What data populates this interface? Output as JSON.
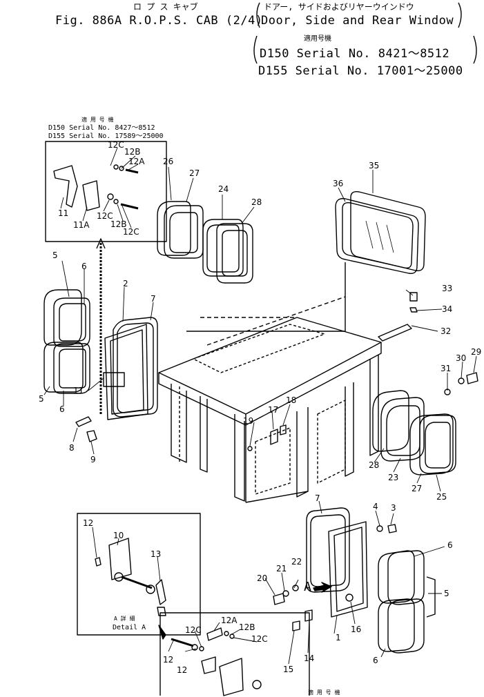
{
  "header": {
    "jp_title": "ロ プ ス キャブ",
    "fig_title": "Fig. 886A R.O.P.S. CAB (2/4)",
    "jp_subtitle": "ドアー, サイドおよびリヤーウインドウ",
    "en_subtitle": "Door, Side and Rear Window",
    "applicable_jp": "適用号機",
    "serial_d150": "D150 Serial No. 8421～8512",
    "serial_d155": "D155 Serial No. 17001～25000"
  },
  "inset_top": {
    "applicable_jp": "適 用 号 機",
    "serial_d150": "D150  Serial No. 8427～8512",
    "serial_d155": "D155  Serial No. 17589～25000"
  },
  "detail_a": {
    "label_jp": "A 詳 細",
    "label_en": "Detail A"
  },
  "arrow_label": "A",
  "footer_jp": "適 用 号 機",
  "callouts": {
    "c1": "1",
    "c2": "2",
    "c3": "3",
    "c4": "4",
    "c5": "5",
    "c6": "6",
    "c7": "7",
    "c8": "8",
    "c9": "9",
    "c10": "10",
    "c11": "11",
    "c11a": "11A",
    "c12": "12",
    "c12a": "12A",
    "c12b": "12B",
    "c12c": "12C",
    "c13": "13",
    "c14": "14",
    "c15": "15",
    "c16": "16",
    "c17": "17",
    "c18": "18",
    "c19": "19",
    "c20": "20",
    "c21": "21",
    "c22": "22",
    "c23": "23",
    "c24": "24",
    "c25": "25",
    "c26": "26",
    "c27": "27",
    "c28": "28",
    "c29": "29",
    "c30": "30",
    "c31": "31",
    "c32": "32",
    "c33": "33",
    "c34": "34",
    "c35": "35",
    "c36": "36"
  }
}
